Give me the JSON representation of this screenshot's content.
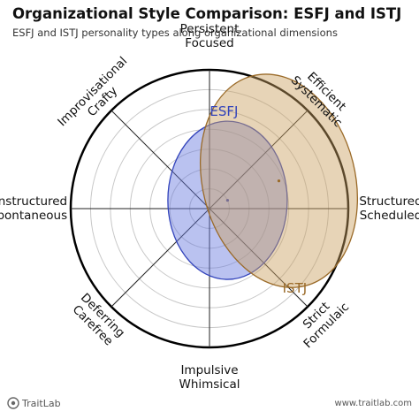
{
  "header": {
    "title": "Organizational Style Comparison: ESFJ and ISTJ",
    "subtitle": "ESFJ and ISTJ personality types along organizational dimensions"
  },
  "footer": {
    "brand": "TraitLab",
    "url": "www.traitlab.com",
    "brand_icon": "traitlab-logo-icon"
  },
  "chart_data": {
    "type": "radar",
    "rings": 7,
    "axes": [
      {
        "label_lines": [
          "Persistent",
          "Focused"
        ]
      },
      {
        "label_lines": [
          "Efficient",
          "Systematic"
        ]
      },
      {
        "label_lines": [
          "Structured",
          "Scheduled"
        ]
      },
      {
        "label_lines": [
          "Strict",
          "Formulaic"
        ]
      },
      {
        "label_lines": [
          "Impulsive",
          "Whimsical"
        ]
      },
      {
        "label_lines": [
          "Deferring",
          "Carefree"
        ]
      },
      {
        "label_lines": [
          "Unstructured",
          "Spontaneous"
        ]
      },
      {
        "label_lines": [
          "Improvisational",
          "Crafty"
        ]
      }
    ],
    "series": [
      {
        "name": "ESFJ",
        "center": [
          0.13,
          0.06
        ],
        "radii": [
          0.43,
          0.57
        ],
        "fill": "#6677dd",
        "stroke": "#3344bb"
      },
      {
        "name": "ISTJ",
        "center": [
          0.5,
          0.2
        ],
        "radii": [
          0.55,
          0.78
        ],
        "rotation": -14,
        "fill": "#c9a060",
        "stroke": "#9a6a28"
      }
    ],
    "colors": {
      "grid": "#c8c8c8",
      "axis": "#222222",
      "outer_ring": "#000000"
    }
  }
}
